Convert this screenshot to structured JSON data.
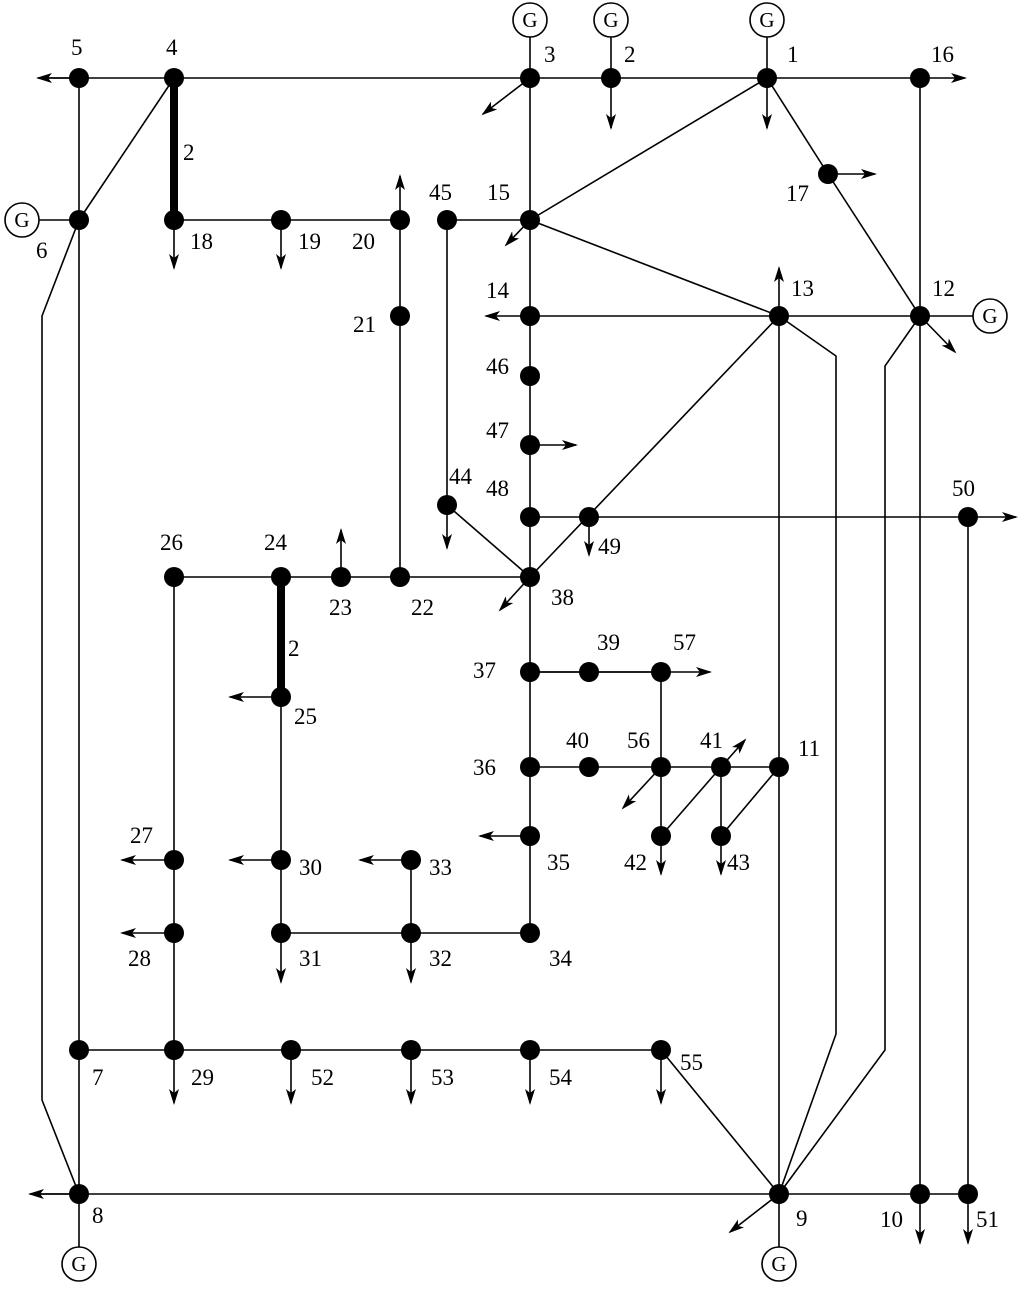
{
  "buses": [
    "1",
    "2",
    "3",
    "4",
    "5",
    "6",
    "7",
    "8",
    "9",
    "10",
    "11",
    "12",
    "13",
    "14",
    "15",
    "16",
    "17",
    "18",
    "19",
    "20",
    "21",
    "22",
    "23",
    "24",
    "25",
    "26",
    "27",
    "28",
    "29",
    "30",
    "31",
    "32",
    "33",
    "34",
    "35",
    "36",
    "37",
    "38",
    "39",
    "40",
    "41",
    "42",
    "43",
    "44",
    "45",
    "46",
    "47",
    "48",
    "49",
    "50",
    "51",
    "52",
    "53",
    "54",
    "55",
    "56",
    "57"
  ],
  "generators": [
    "1",
    "2",
    "3",
    "6",
    "8",
    "9",
    "12"
  ],
  "generator_symbol": "G",
  "double_circuit_label": "2",
  "double_circuits": [
    [
      "4",
      "18"
    ],
    [
      "24",
      "25"
    ]
  ],
  "colors": {
    "line": "#000000",
    "background": "#ffffff"
  }
}
